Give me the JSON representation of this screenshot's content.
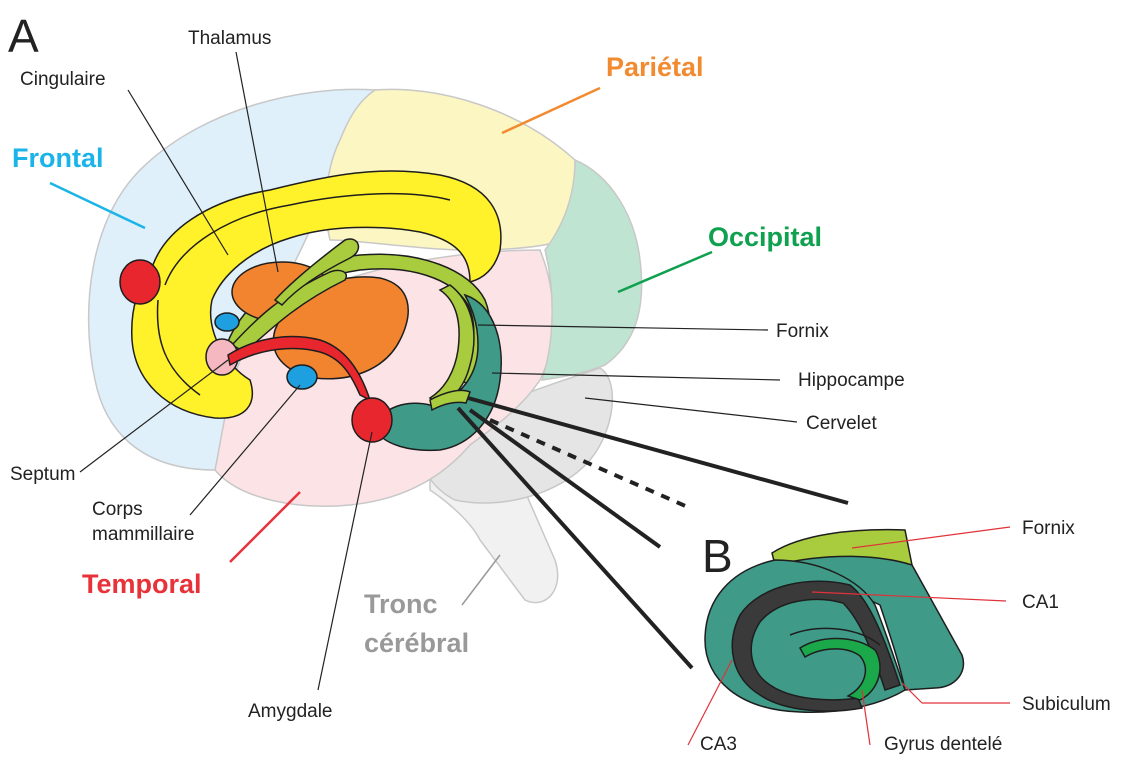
{
  "panels": {
    "a": "A",
    "b": "B"
  },
  "lobes": {
    "frontal": "Frontal",
    "parietal": "Pariétal",
    "occipital": "Occipital",
    "temporal": "Temporal",
    "tronc_line1": "Tronc",
    "tronc_line2": "cérébral"
  },
  "labels": {
    "thalamus": "Thalamus",
    "cingulaire": "Cingulaire",
    "fornix": "Fornix",
    "hippocampe": "Hippocampe",
    "cervelet": "Cervelet",
    "septum": "Septum",
    "corps_line1": "Corps",
    "corps_line2": "mammillaire",
    "amygdale": "Amygdale"
  },
  "inset_labels": {
    "fornix": "Fornix",
    "ca1": "CA1",
    "subiculum": "Subiculum",
    "ca3": "CA3",
    "gyrus": "Gyrus dentelé"
  },
  "colors": {
    "frontal": "#1bb4e8",
    "parietal": "#f28a30",
    "occipital": "#0fa050",
    "temporal": "#e8323a",
    "tronc": "#999999",
    "frontal_fill": "#dff0fb",
    "parietal_fill": "#fcf6c2",
    "occipital_fill": "#bfe5d2",
    "temporal_fill": "#fbe4e6",
    "cerebellum_fill": "#e4e4e4",
    "brainstem_fill": "#f0f0f0",
    "cingulate": "#fff12a",
    "thalamus": "#f28430",
    "fornix": "#a8cc3e",
    "hippocampus": "#3f9a88",
    "amygdala": "#e8262e",
    "mammillary": "#1ea0e0",
    "septum": "#f6b8c0",
    "ca1_band": "#3a3a3a",
    "dentate": "#1aa84a"
  }
}
